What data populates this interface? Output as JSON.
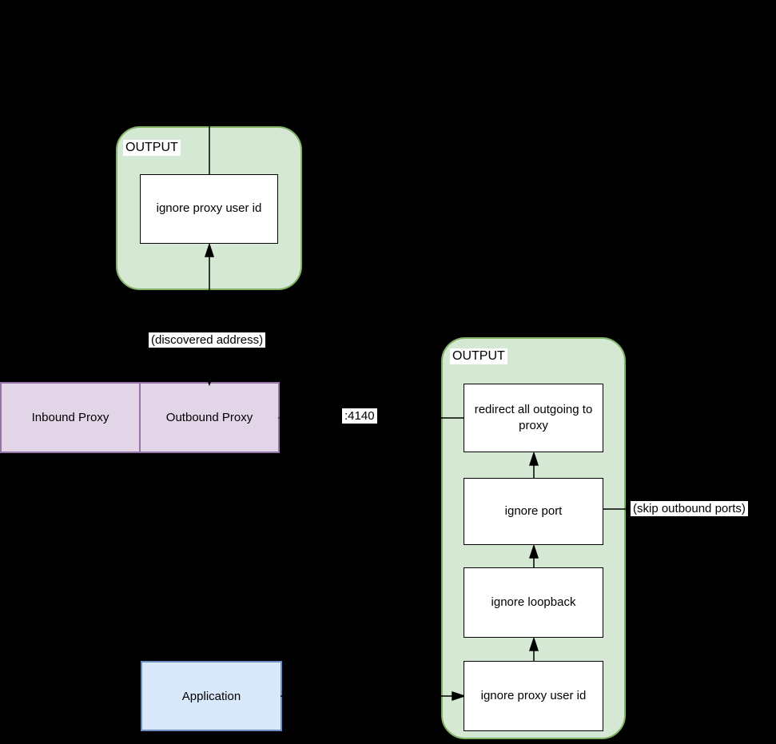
{
  "colors": {
    "background": "#000000",
    "chain_fill": "#d5e8d4",
    "chain_border": "#82b366",
    "proxy_fill": "#e1d5e7",
    "proxy_border": "#9673a6",
    "app_fill": "#dae8fc",
    "app_border": "#6c8ebf",
    "rule_fill": "#ffffff",
    "line_color": "#000000"
  },
  "top_output_chain": {
    "title": "OUTPUT",
    "rules": [
      "ignore proxy user id"
    ]
  },
  "right_output_chain": {
    "title": "OUTPUT",
    "rules": [
      "redirect all outgoing to proxy",
      "ignore port",
      "ignore loopback",
      "ignore proxy user id"
    ]
  },
  "proxy_row": {
    "cells": [
      "Inbound Proxy",
      "Outbound Proxy"
    ]
  },
  "application": {
    "label": "Application"
  },
  "edge_labels": {
    "discovered_address": "(discovered address)",
    "proxy_port": ":4140",
    "skip_outbound_ports": "(skip outbound ports)"
  }
}
